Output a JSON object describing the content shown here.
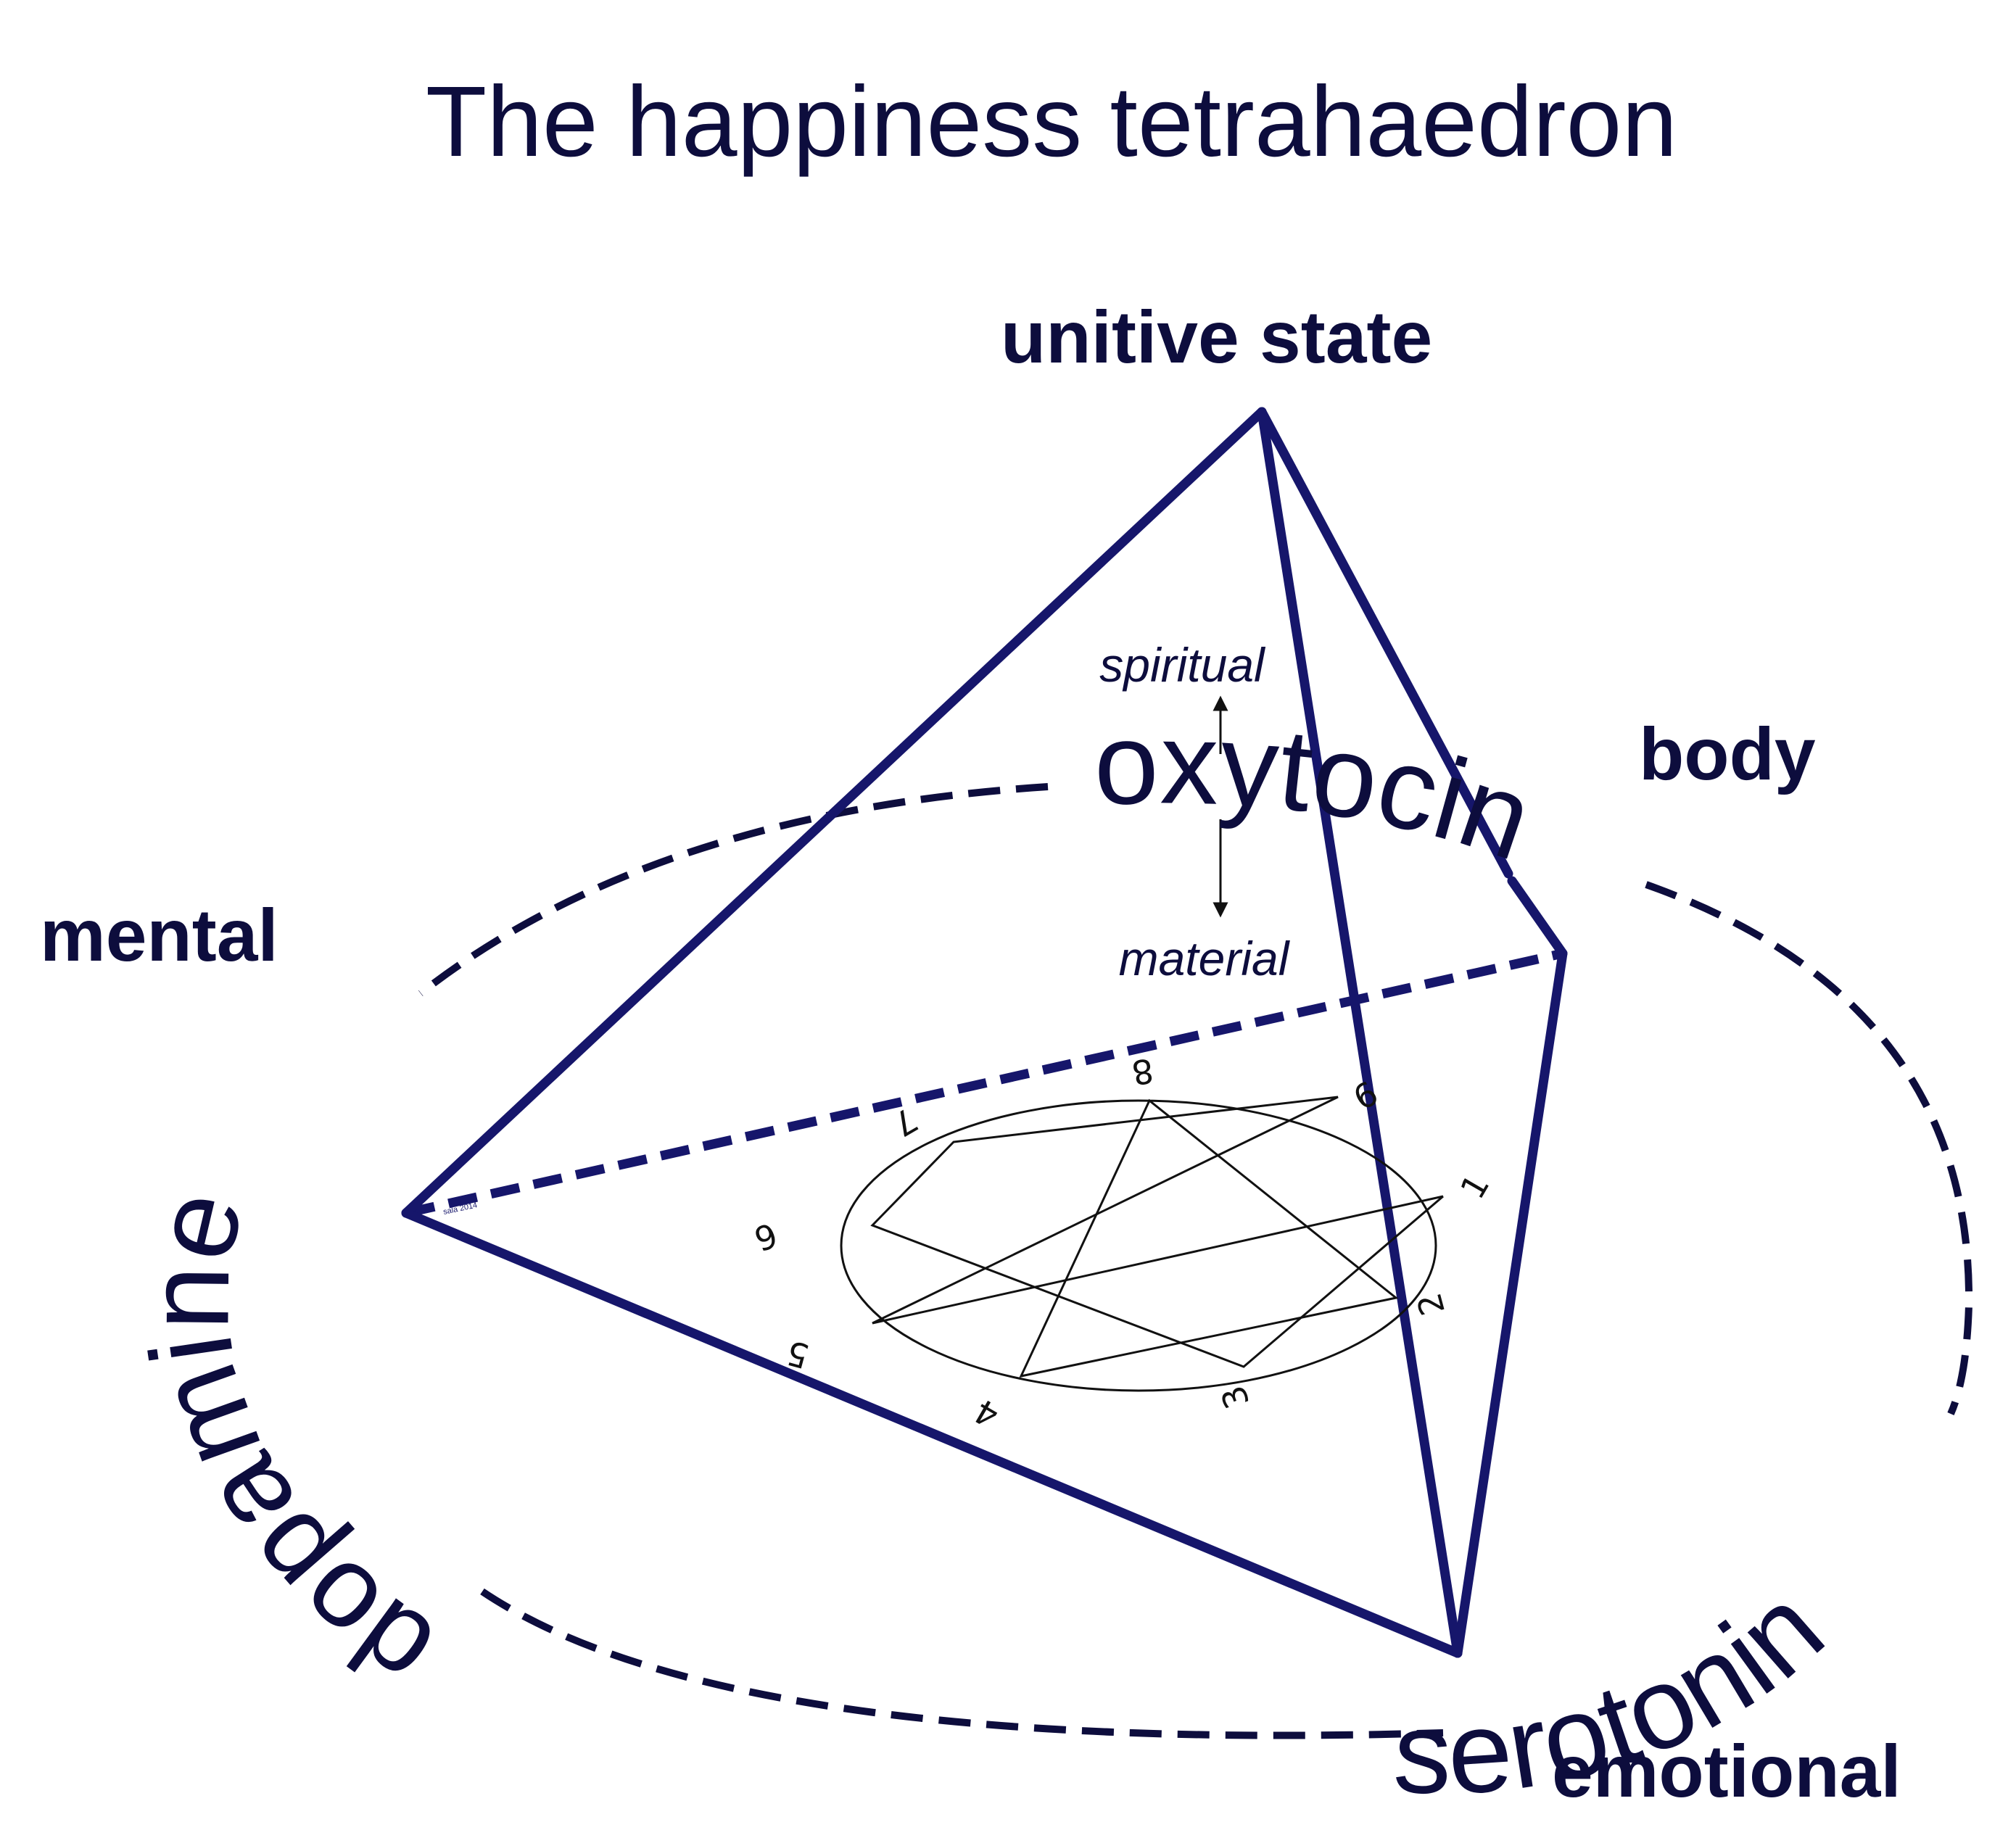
{
  "title": "The happiness tetrahaedron",
  "vertices": {
    "top": "unitive state",
    "right": "body",
    "left": "mental",
    "bottom": "emotional"
  },
  "hormones": {
    "top": "oxytocin",
    "left": "dopamine",
    "right": "serotonin"
  },
  "axis": {
    "up": "spiritual",
    "down": "material"
  },
  "enneagram": {
    "numbers": [
      "1",
      "2",
      "3",
      "4",
      "5",
      "6",
      "7",
      "8",
      "9"
    ]
  },
  "credit": "sala 2014",
  "colors": {
    "edge": "#16166b",
    "text": "#0d0d3d"
  }
}
